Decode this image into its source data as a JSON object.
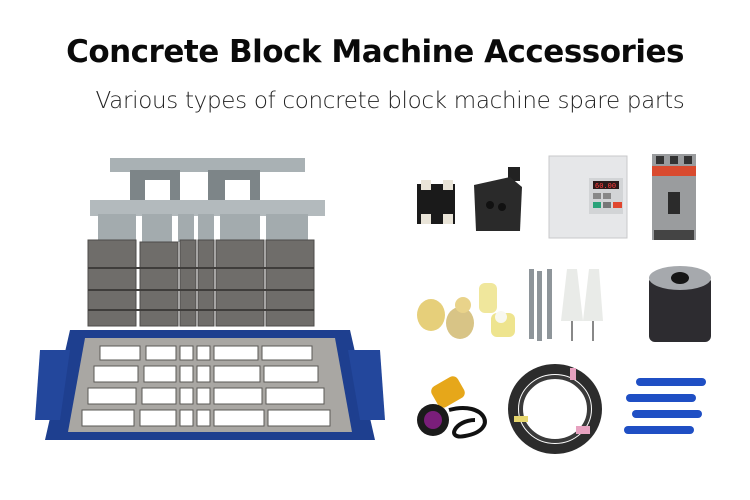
{
  "header": {
    "title": "Concrete Block Machine Accessories",
    "subtitle": "Various types of concrete block machine  spare parts"
  },
  "main_product": {
    "name": "block-mould",
    "colors": {
      "frame_blue": "#1e3f8f",
      "steel_gray": "#9aa3a6",
      "plate_dark": "#6b6a68"
    }
  },
  "accessories": [
    {
      "name": "solid-state-relay",
      "row": 1
    },
    {
      "name": "hydraulic-valve",
      "row": 1
    },
    {
      "name": "frequency-inverter",
      "row": 1,
      "display": "60.00"
    },
    {
      "name": "circuit-breaker",
      "row": 1
    },
    {
      "name": "polyurethane-buffers",
      "row": 2
    },
    {
      "name": "brushes",
      "row": 2
    },
    {
      "name": "rubber-damper",
      "row": 2
    },
    {
      "name": "photoelectric-sensor",
      "row": 3
    },
    {
      "name": "hydraulic-hoses",
      "row": 3
    },
    {
      "name": "hydraulic-cylinders",
      "row": 3,
      "color": "#1f4fc4"
    }
  ]
}
